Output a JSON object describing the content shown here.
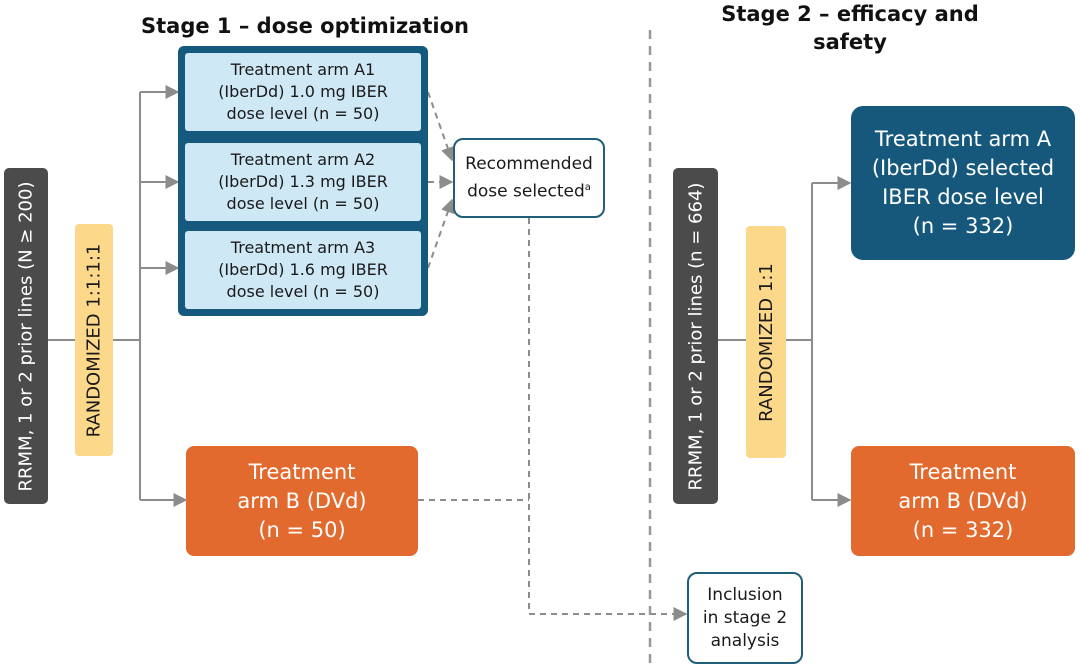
{
  "stage1": {
    "title": "Stage 1 – dose optimization"
  },
  "stage2": {
    "title_line1": "Stage 2 – efficacy and",
    "title_line2": "safety"
  },
  "stage1_population": "RRMM, 1 or 2 prior lines (N ≥ 200)",
  "stage1_randomization": "RANDOMIZED 1:1:1:1",
  "stage1_arms": [
    {
      "line1": "Treatment arm A1",
      "line2": "(IberDd) 1.0 mg IBER",
      "line3": "dose level (n = 50)"
    },
    {
      "line1": "Treatment arm A2",
      "line2": "(IberDd) 1.3 mg IBER",
      "line3": "dose level (n = 50)"
    },
    {
      "line1": "Treatment arm A3",
      "line2": "(IberDd) 1.6 mg IBER",
      "line3": "dose level (n = 50)"
    }
  ],
  "stage1_armB": {
    "line1": "Treatment",
    "line2": "arm B (DVd)",
    "line3": "(n = 50)"
  },
  "recommended": {
    "line1": "Recommended",
    "line2": "dose selected",
    "footnote": "a"
  },
  "inclusion": {
    "line1": "Inclusion",
    "line2": "in stage 2",
    "line3": "analysis"
  },
  "stage2_population": "RRMM, 1 or 2 prior lines (n = 664)",
  "stage2_randomization": "RANDOMIZED 1:1",
  "stage2_armA": {
    "line1": "Treatment arm A",
    "line2": "(IberDd) selected",
    "line3": "IBER dose level",
    "line4": "(n = 332)"
  },
  "stage2_armB": {
    "line1": "Treatment",
    "line2": "arm B (DVd)",
    "line3": "(n = 332)"
  },
  "colors": {
    "population_bar": "#4b4b4b",
    "randomization_bar": "#fcd98a",
    "arm_A_group": "#15597e",
    "arm_A_fill": "#cfe8f6",
    "arm_B": "#e26a2e",
    "stage2_arm_A": "#16587c",
    "connector": "#8c8c8c",
    "divider": "#999999"
  }
}
